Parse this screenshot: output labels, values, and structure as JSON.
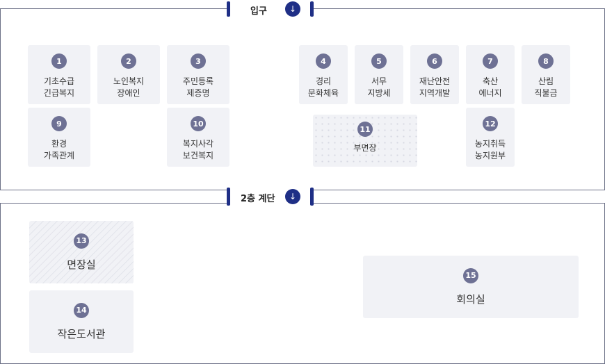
{
  "entrance": {
    "label": "입구"
  },
  "stairs": {
    "label": "2층 계단"
  },
  "rooms": [
    {
      "number": "1",
      "line1": "기초수급",
      "line2": "긴급복지"
    },
    {
      "number": "2",
      "line1": "노인복지",
      "line2": "장애인"
    },
    {
      "number": "3",
      "line1": "주민등록",
      "line2": "제증명"
    },
    {
      "number": "4",
      "line1": "경리",
      "line2": "문화체육"
    },
    {
      "number": "5",
      "line1": "서무",
      "line2": "지방세"
    },
    {
      "number": "6",
      "line1": "재난안전",
      "line2": "지역개발"
    },
    {
      "number": "7",
      "line1": "축산",
      "line2": "에너지"
    },
    {
      "number": "8",
      "line1": "산림",
      "line2": "직불금"
    },
    {
      "number": "9",
      "line1": "환경",
      "line2": "가족관계"
    },
    {
      "number": "10",
      "line1": "복지사각",
      "line2": "보건복지"
    },
    {
      "number": "11",
      "line1": "부면장",
      "line2": ""
    },
    {
      "number": "12",
      "line1": "농지취득",
      "line2": "농지원부"
    },
    {
      "number": "13",
      "line1": "면장실",
      "line2": ""
    },
    {
      "number": "14",
      "line1": "작은도서관",
      "line2": ""
    },
    {
      "number": "15",
      "line1": "회의실",
      "line2": ""
    }
  ],
  "colors": {
    "badge": "#6e7194",
    "accent": "#1f2f86",
    "room": "#f1f2f6",
    "wall": "#6b6f86"
  },
  "icons": {
    "entrance_arrow": "arrow-down-icon",
    "stairs_arrow": "arrow-down-icon"
  }
}
